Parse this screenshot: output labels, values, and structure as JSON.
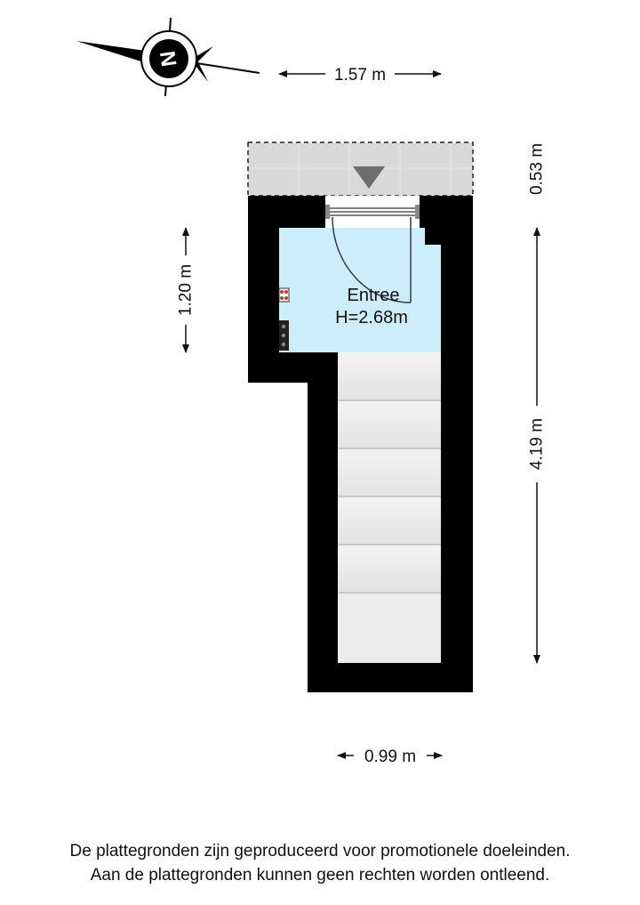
{
  "compass": {
    "label": "N",
    "icon": "north-arrow-compass-icon"
  },
  "rooms": [
    {
      "name": "Entree",
      "height": "H=2.68m",
      "fill": "#cceefa"
    }
  ],
  "dimensions": {
    "top_width": "1.57 m",
    "porch_depth": "0.53 m",
    "entry_depth": "1.20 m",
    "stair_length": "4.19 m",
    "bottom_width": "0.99 m"
  },
  "colors": {
    "wall": "#000000",
    "porch": "#d9d9d9",
    "stairs": "#ececec",
    "room": "#cceefa"
  },
  "disclaimer": {
    "line1": "De plattegronden zijn geproduceerd voor promotionele doeleinden.",
    "line2": "Aan de plattegronden kunnen geen rechten worden ontleend."
  }
}
